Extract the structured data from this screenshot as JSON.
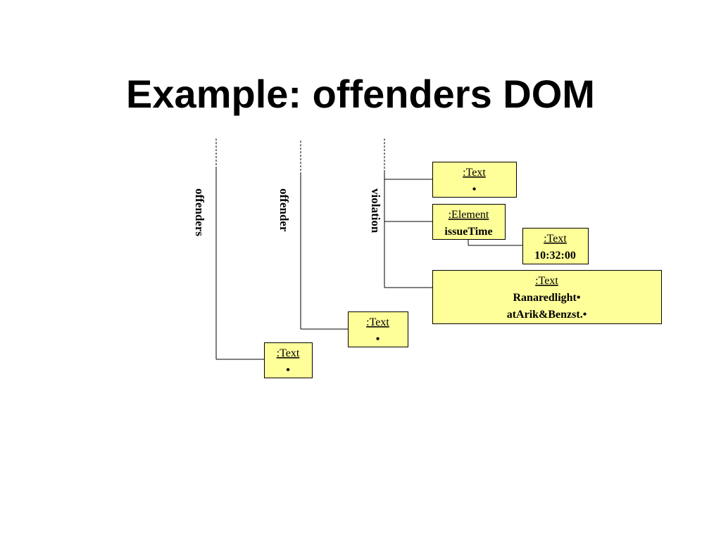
{
  "title": "Example: offenders DOM",
  "colors": {
    "box_fill": "#ffff99",
    "line": "#000000"
  },
  "elements": [
    {
      "id": "offenders",
      "label": "offenders"
    },
    {
      "id": "offender",
      "label": "offender"
    },
    {
      "id": "violation",
      "label": "violation"
    }
  ],
  "nodes": [
    {
      "id": "text-bullet-1",
      "type": ":Text",
      "lines": [
        "•"
      ]
    },
    {
      "id": "element-issuetime",
      "type": ":Element",
      "lines": [
        "issueTime"
      ]
    },
    {
      "id": "text-time",
      "type": ":Text",
      "lines": [
        "10:32:00"
      ]
    },
    {
      "id": "text-violation",
      "type": ":Text",
      "lines": [
        "Ranaredlight•",
        "atArik&Benzst.•"
      ]
    },
    {
      "id": "text-offender",
      "type": ":Text",
      "lines": [
        "•"
      ]
    },
    {
      "id": "text-offenders",
      "type": ":Text",
      "lines": [
        "•"
      ]
    }
  ]
}
